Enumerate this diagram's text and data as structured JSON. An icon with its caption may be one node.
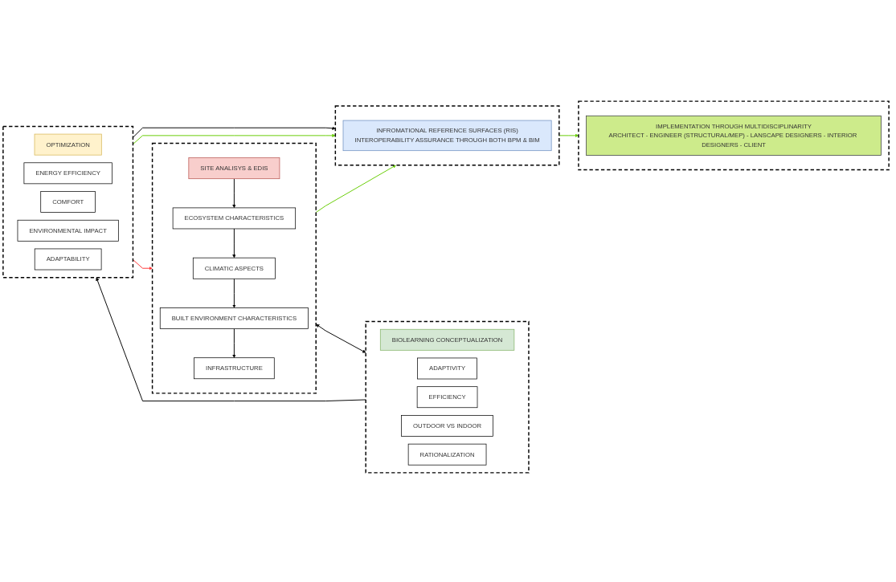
{
  "diagram": {
    "nodes": [
      {
        "text": [],
        "shape": "box"
      },
      {
        "text": [
          "SITE ANALISYS & EDIS"
        ],
        "in": 0
      },
      {
        "text": [
          "ECOSYSTEM CHARACTERISTICS"
        ],
        "in": 0
      },
      {
        "text": [
          "CLIMATIC ASPECTS"
        ],
        "in": 0
      },
      {
        "text": [
          "BUILT ENVIRONMENT CHARACTERISTICS"
        ],
        "in": 0
      },
      {
        "text": [
          "INFRASTRUCTURE"
        ],
        "in": 0
      },
      {
        "text": [],
        "shape": "box"
      },
      {
        "text": [
          "BIOLEARNING CONCEPTUALIZATION"
        ],
        "in": 6
      },
      {
        "text": [
          "ADAPTIVITY"
        ],
        "in": 6
      },
      {
        "text": [
          "EFFICIENCY"
        ],
        "in": 6
      },
      {
        "text": [
          "OUTDOOR VS INDOOR"
        ],
        "in": 6
      },
      {
        "text": [
          "RATIONALIZATION"
        ],
        "in": 6
      },
      {
        "text": [],
        "shape": "box"
      },
      {
        "text": [
          "OPTIMIZATION"
        ],
        "in": 12
      },
      {
        "text": [
          "ENERGY EFFICIENCY"
        ],
        "in": 12
      },
      {
        "text": [
          "COMFORT"
        ],
        "in": 12
      },
      {
        "text": [
          "ENVIRONMENTAL IMPACT"
        ],
        "in": 12
      },
      {
        "text": [
          "ADAPTABILITY"
        ],
        "in": 12
      },
      {
        "text": [],
        "shape": "box"
      },
      {
        "text": [
          "INFROMATIONAL REFERENCE SURFACES (RIS)",
          "INTEROPERABILITY ASSURANCE THROUGH BOTH BPM & BIM"
        ],
        "in": 18
      },
      {
        "text": [],
        "shape": "box"
      },
      {
        "text": [
          "IMPLEMENTATION THROUGH MULTIDISCIPLINARITY",
          "ARCHITECT - ENGINEER (STRUCTURAL/MEP) - LANSCAPE DESIGNERS - INTERIOR DESIGNERS - CLIENT"
        ],
        "in": 20
      }
    ],
    "edges": [
      {
        "from": 1,
        "to": 2,
        "arrow": "to"
      },
      {
        "from": 2,
        "to": 3,
        "arrow": "to"
      },
      {
        "from": 3,
        "to": 4,
        "arrow": "to"
      },
      {
        "from": 4,
        "to": 5,
        "arrow": "to"
      },
      {
        "from": 0,
        "to": 6,
        "arrow": "both"
      },
      {
        "from": 6,
        "to": 12,
        "arrow": "to"
      },
      {
        "from": 12,
        "to": 18,
        "arrow": "to"
      },
      {
        "from": 12,
        "to": 18,
        "arrow": "to",
        "color": "#66cc00"
      },
      {
        "from": 0,
        "to": 18,
        "arrow": "to",
        "color": "#66cc00"
      },
      {
        "from": 12,
        "to": 0,
        "arrow": "to",
        "color": "#ff3333"
      },
      {
        "from": 18,
        "to": 20,
        "arrow": "to",
        "color": "#66cc00"
      }
    ]
  }
}
